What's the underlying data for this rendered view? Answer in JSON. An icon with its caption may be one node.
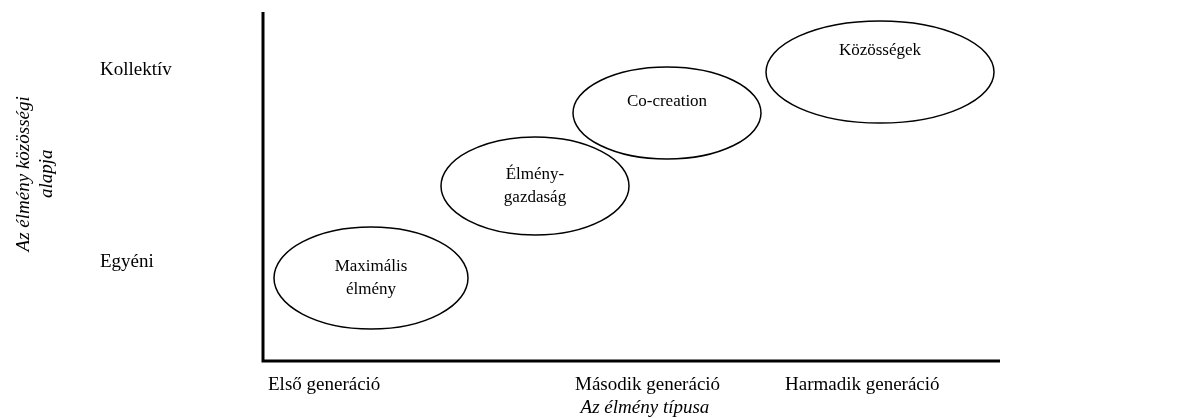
{
  "diagram": {
    "nodes": [
      {
        "text": [
          "Maximális élmény"
        ]
      },
      {
        "text": [
          "Élmény-gazdaság"
        ]
      },
      {
        "text": [
          "Co-creation"
        ]
      },
      {
        "text": [
          "Közösségek"
        ]
      }
    ],
    "labels": [
      "Kollektív",
      "Az élmény közösségi alapja",
      "Egyéni",
      "Első generáció",
      "Második generáció",
      "Harmadik generáció",
      "Az élmény típusa"
    ]
  }
}
